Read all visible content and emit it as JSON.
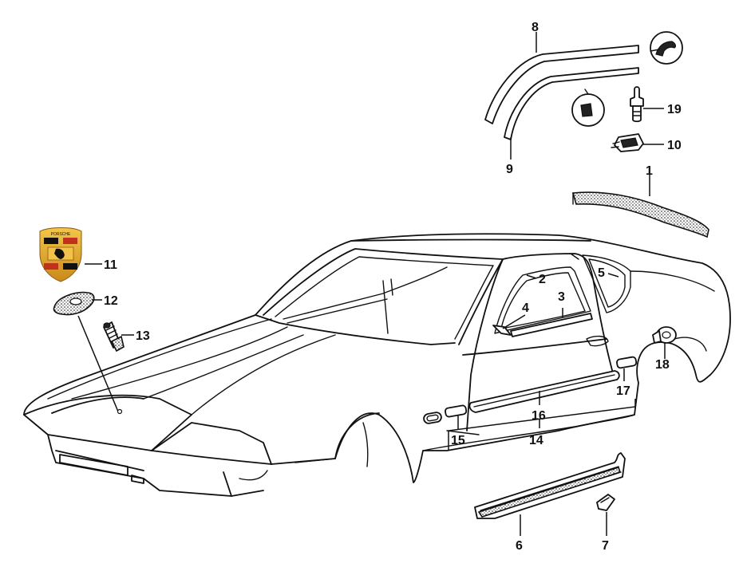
{
  "diagram": {
    "callouts": [
      "1",
      "2",
      "3",
      "4",
      "5",
      "6",
      "7",
      "8",
      "9",
      "10",
      "11",
      "12",
      "13",
      "14",
      "15",
      "16",
      "17",
      "18",
      "19"
    ],
    "badge_icon": "porsche-crest-icon",
    "colors": {
      "line": "#111111",
      "background": "#ffffff",
      "crest_gold": "#e0a52a",
      "crest_red": "#c0301c"
    }
  }
}
